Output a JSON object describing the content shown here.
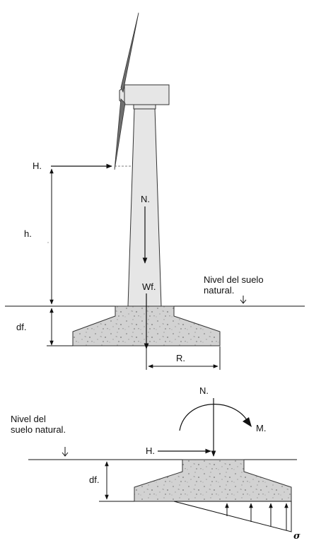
{
  "top": {
    "H": "H.",
    "h": "h.",
    "N": "N.",
    "Wf": "Wf.",
    "df": "df.",
    "R": "R.",
    "ground_line1": "Nivel del suelo",
    "ground_line2": "natural."
  },
  "bottom": {
    "N": "N.",
    "M": "M.",
    "H": "H.",
    "df": "df.",
    "sigma": "σ",
    "ground_line1": "Nivel del",
    "ground_line2": "suelo natural."
  },
  "colors": {
    "tower": "#e6e6e6",
    "concrete": "#d2d2d2",
    "blade": "#6f6f6f",
    "line": "#111111"
  }
}
